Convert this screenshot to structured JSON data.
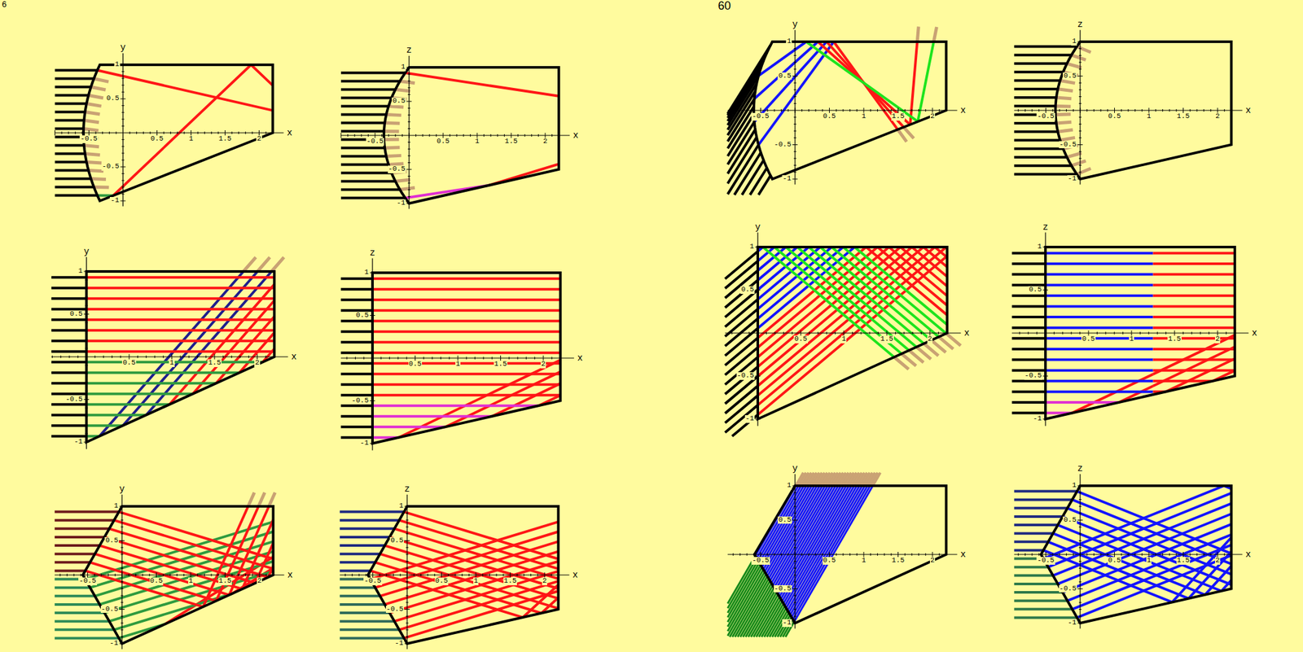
{
  "diagram": {
    "labels": [
      "6",
      "60",
      "y",
      "x",
      "-0.5",
      "0.5",
      "1",
      "1.5",
      "2",
      "1",
      "0.5",
      "-0.5",
      "-1",
      "z",
      "x",
      "-0.5",
      "0.5",
      "1",
      "1.5",
      "2",
      "1",
      "0.5",
      "-0.5",
      "-1",
      "y",
      "x",
      "0.5",
      "1",
      "1.5",
      "2",
      "1",
      "0.5",
      "-0.5",
      "-1",
      "z",
      "x",
      "0.5",
      "1",
      "1.5",
      "2",
      "1",
      "0.5",
      "-0.5",
      "-1",
      "y",
      "x",
      "-0.5",
      "0.5",
      "1",
      "1.5",
      "2",
      "1",
      "0.5",
      "-0.5",
      "-1",
      "z",
      "x",
      "-0.5",
      "0.5",
      "1",
      "1.5",
      "2",
      "1",
      "0.5",
      "-0.5",
      "-1",
      "y",
      "x",
      "-0.5",
      "0.5",
      "1",
      "1.5",
      "2",
      "1",
      "0.5",
      "-0.5",
      "-1",
      "z",
      "x",
      "-0.5",
      "0.5",
      "1",
      "1.5",
      "2",
      "1",
      "0.5",
      "-0.5",
      "-1",
      "y",
      "x",
      "0.5",
      "1",
      "1.5",
      "2",
      "1",
      "0.5",
      "-0.5",
      "-1",
      "z",
      "x",
      "0.5",
      "1",
      "1.5",
      "2",
      "1",
      "0.5",
      "-0.5",
      "-1",
      "y",
      "x",
      "-0.5",
      "0.5",
      "1",
      "1.5",
      "2",
      "1",
      "0.5",
      "-0.5",
      "-1",
      "z",
      "x",
      "-0.5",
      "0.5",
      "1",
      "1.5",
      "2",
      "1",
      "0.5",
      "-0.5",
      "-1"
    ]
  }
}
